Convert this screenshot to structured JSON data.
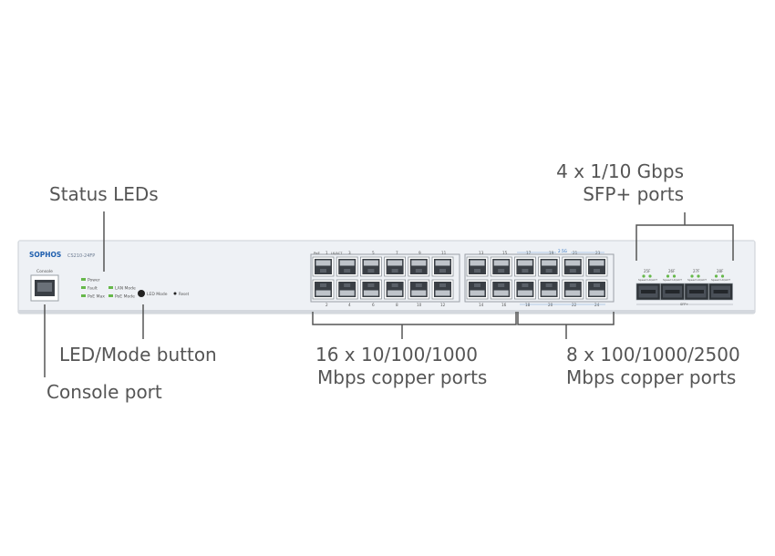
{
  "device": {
    "brand": "SOPHOS",
    "model": "CS210-24FP",
    "accent_color": "#1f5fae",
    "console_label": "Console",
    "leds": [
      "Power",
      "Fault",
      "PoE Max",
      "LAN Mode",
      "PoE Mode"
    ],
    "led_mode_label": "LED Mode",
    "reset_label": "Reset",
    "port_group1_top": [
      "PoE",
      "1",
      "LK/ACT",
      "3",
      "5",
      "7",
      "9",
      "11"
    ],
    "port_group1_bottom": [
      "2",
      "4",
      "6",
      "8",
      "10",
      "12"
    ],
    "port_group2_top": [
      "13",
      "15",
      "17",
      "19",
      "21",
      "23"
    ],
    "port_group2_bottom": [
      "14",
      "16",
      "18",
      "20",
      "22",
      "24"
    ],
    "speed_badge": "2.5G",
    "sfp_numbers": [
      "25F",
      "26F",
      "27F",
      "28F"
    ],
    "sfp_speed_label": "Speed LK/ACT",
    "sfp_label": "SFP+"
  },
  "callouts": {
    "status_leds": "Status LEDs",
    "led_mode_button": "LED/Mode button",
    "console_port": "Console port",
    "copper_16": [
      "16 x 10/100/1000",
      "Mbps copper ports"
    ],
    "copper_8": [
      "8 x 100/1000/2500",
      "Mbps copper ports"
    ],
    "sfp_ports": [
      "4 x 1/10 Gbps",
      "SFP+ ports"
    ]
  }
}
